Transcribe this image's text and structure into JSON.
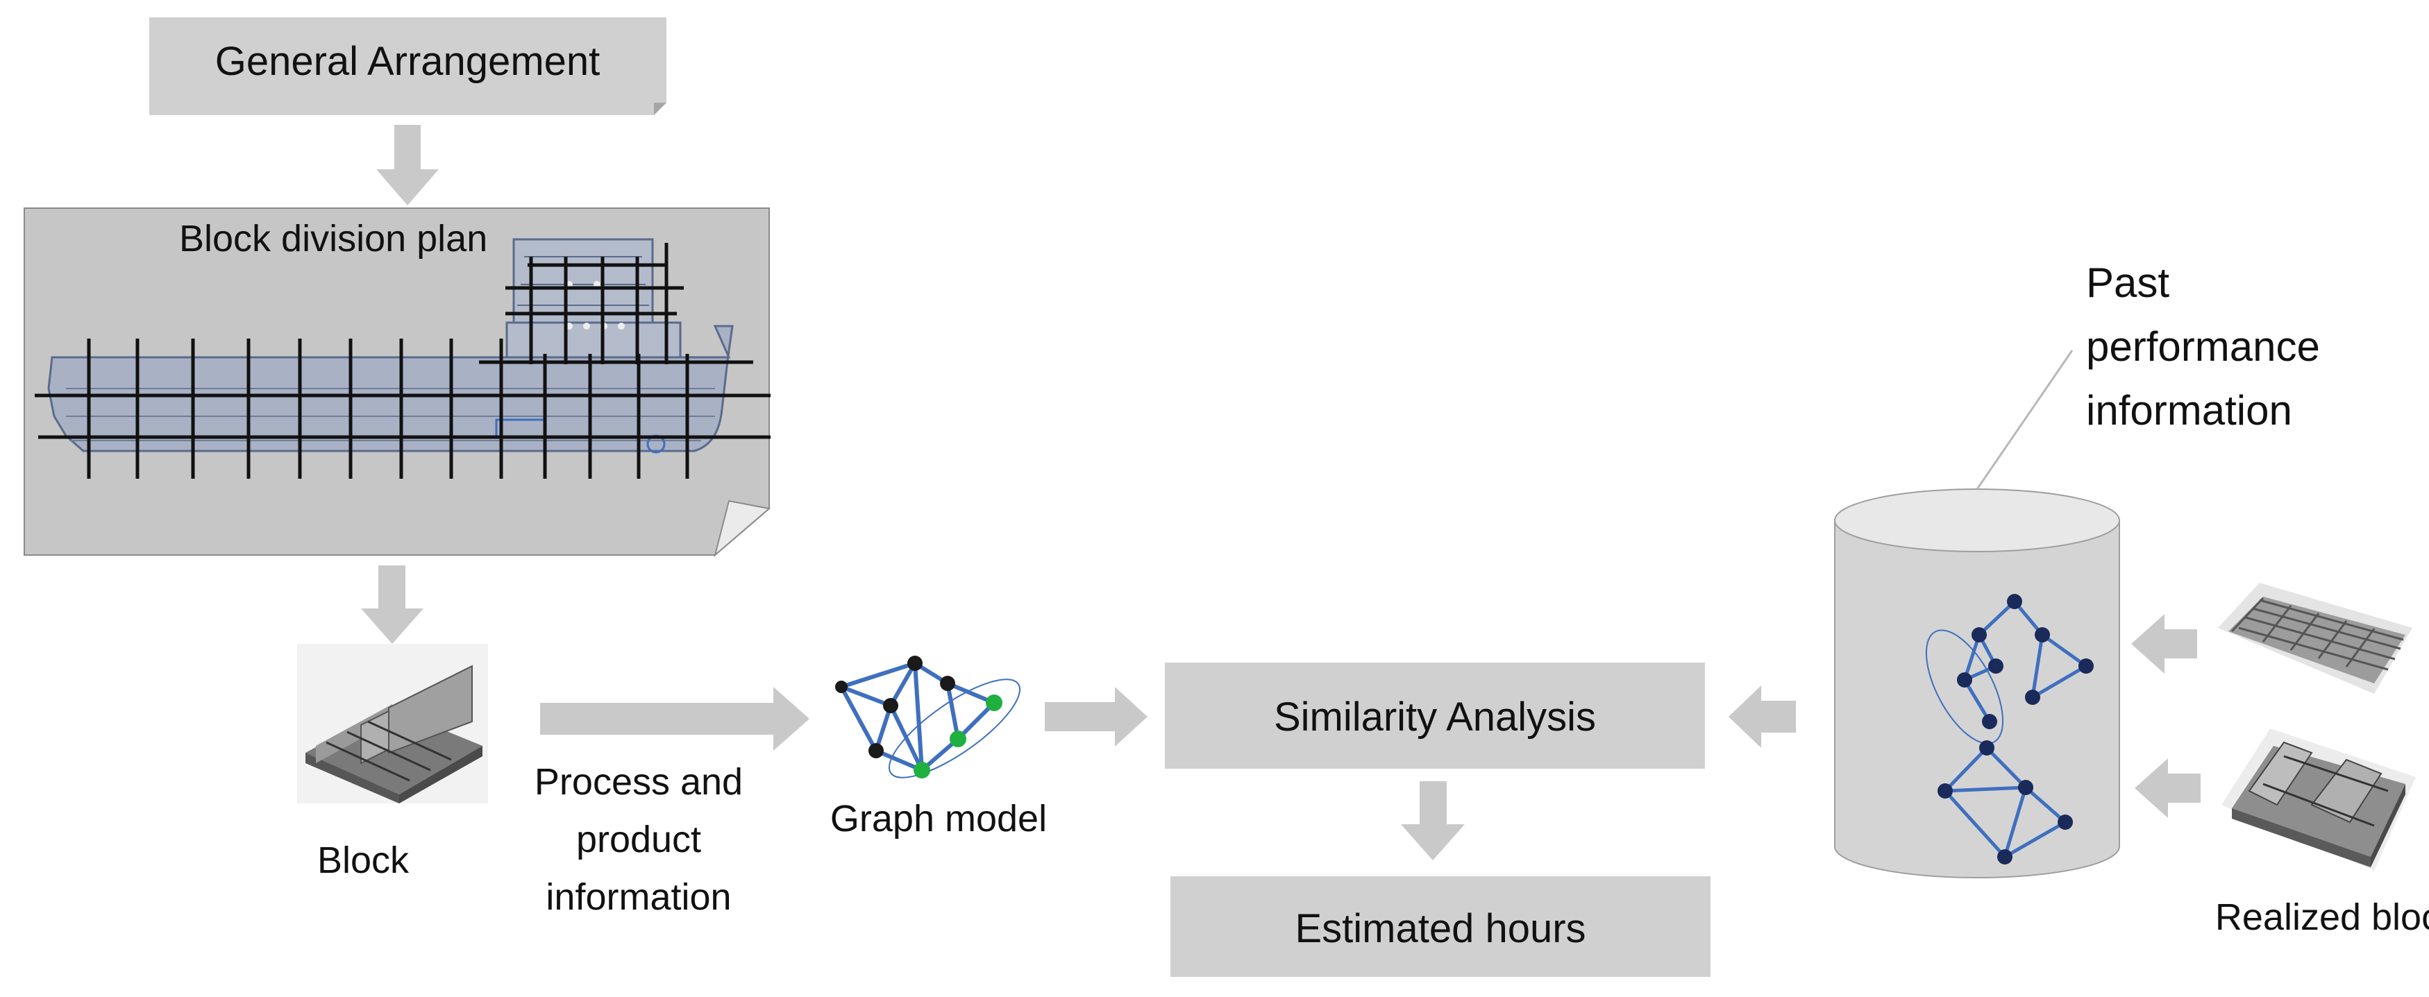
{
  "boxes": {
    "general_arrangement": "General Arrangement",
    "similarity_analysis": "Similarity Analysis",
    "estimated_hours": "Estimated hours"
  },
  "labels": {
    "block_division_plan": "Block division plan",
    "block": "Block",
    "process_info": [
      "Process and",
      "product",
      "information"
    ],
    "graph_model": "Graph model",
    "past_performance": [
      "Past",
      "performance",
      "information"
    ],
    "realized_blocks": "Realized blocks"
  },
  "colors": {
    "box_fill": "#d0d0d0",
    "arrow_fill": "#c9c9c9",
    "panel_fill": "#c6c6c6",
    "hull_fill": "#a9b1c4",
    "graph_edge": "#3f6fbf",
    "graph_node_dark": "#1a1a1a",
    "graph_node_green": "#1fb040",
    "db_fill": "#d4d4d4",
    "db_top": "#e8e8e8"
  },
  "icons": [
    "ship-hull-drawing",
    "block-3d-render",
    "graph-model-icon",
    "database-cylinder",
    "realized-block-render"
  ]
}
